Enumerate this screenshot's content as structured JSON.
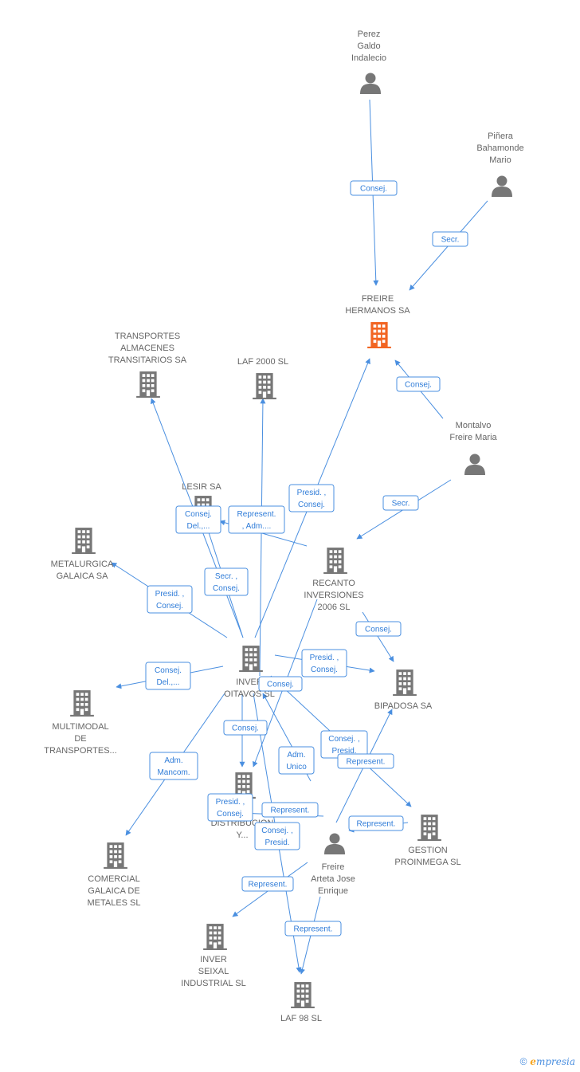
{
  "colors": {
    "edge": "#4a8fe0",
    "company": "#777777",
    "highlight": "#f26522",
    "person": "#777777",
    "label": "#666666"
  },
  "watermark": {
    "copyright": "©",
    "brand_initial": "e",
    "brand_rest": "mpresia"
  },
  "nodes": [
    {
      "id": "perez",
      "kind": "person",
      "label": [
        "Perez",
        "Galdo",
        "Indalecio"
      ]
    },
    {
      "id": "pinera",
      "kind": "person",
      "label": [
        "Piñera",
        "Bahamonde",
        "Mario"
      ]
    },
    {
      "id": "freire_hermanos",
      "kind": "company",
      "highlight": true,
      "label": [
        "FREIRE",
        "HERMANOS SA"
      ]
    },
    {
      "id": "transportes",
      "kind": "company",
      "label": [
        "TRANSPORTES",
        "ALMACENES",
        "TRANSITARIOS SA"
      ]
    },
    {
      "id": "laf2000",
      "kind": "company",
      "label": [
        "LAF 2000 SL"
      ]
    },
    {
      "id": "montalvo",
      "kind": "person",
      "label": [
        "Montalvo",
        "Freire Maria"
      ]
    },
    {
      "id": "lesir",
      "kind": "company",
      "label": [
        "LESIR SA"
      ]
    },
    {
      "id": "metalurgica",
      "kind": "company",
      "label": [
        "METALURGICA",
        "GALAICA SA"
      ]
    },
    {
      "id": "recanto",
      "kind": "company",
      "label": [
        "RECANTO",
        "INVERSIONES",
        "2006 SL"
      ]
    },
    {
      "id": "inver_oitavos",
      "kind": "company",
      "label": [
        "INVER",
        "OITAVOS SL"
      ]
    },
    {
      "id": "bipadosa",
      "kind": "company",
      "label": [
        "BIPADOSA SA"
      ]
    },
    {
      "id": "multimodal",
      "kind": "company",
      "label": [
        "MULTIMODAL",
        "DE",
        "TRANSPORTES..."
      ]
    },
    {
      "id": "distribucion",
      "kind": "company",
      "label": [
        "SA",
        "DISTRIBUCION",
        "Y..."
      ]
    },
    {
      "id": "gestion",
      "kind": "company",
      "label": [
        "GESTION",
        "PROINMEGA SL"
      ]
    },
    {
      "id": "comercial",
      "kind": "company",
      "label": [
        "COMERCIAL",
        "GALAICA DE",
        "METALES SL"
      ]
    },
    {
      "id": "freire_arteta",
      "kind": "person",
      "label": [
        "Freire",
        "Arteta Jose",
        "Enrique"
      ]
    },
    {
      "id": "inver_seixal",
      "kind": "company",
      "label": [
        "INVER",
        "SEIXAL",
        "INDUSTRIAL SL"
      ]
    },
    {
      "id": "laf98",
      "kind": "company",
      "label": [
        "LAF 98 SL"
      ]
    }
  ],
  "edges": [
    {
      "label": [
        "Consej."
      ]
    },
    {
      "label": [
        "Secr."
      ]
    },
    {
      "label": [
        "Consej."
      ]
    },
    {
      "label": [
        "Secr."
      ]
    },
    {
      "label": [
        "Presid. ,",
        "Consej."
      ]
    },
    {
      "label": [
        "Represent.",
        ", Adm...."
      ]
    },
    {
      "label": [
        "Consej.",
        "Del.,..."
      ]
    },
    {
      "label": [
        "Secr. ,",
        "Consej."
      ]
    },
    {
      "label": [
        "Presid. ,",
        "Consej."
      ]
    },
    {
      "label": [
        "Consej."
      ]
    },
    {
      "label": [
        "Presid. ,",
        "Consej."
      ]
    },
    {
      "label": [
        "Consej.",
        "Del.,..."
      ]
    },
    {
      "label": [
        "Consej."
      ]
    },
    {
      "label": [
        "Consej."
      ]
    },
    {
      "label": [
        "Adm.",
        "Unico"
      ]
    },
    {
      "label": [
        "Consej. ,",
        "Presid."
      ]
    },
    {
      "label": [
        "Represent."
      ]
    },
    {
      "label": [
        "Adm.",
        "Mancom."
      ]
    },
    {
      "label": [
        "Presid. ,",
        "Consej."
      ]
    },
    {
      "label": [
        "Represent."
      ]
    },
    {
      "label": [
        "Represent."
      ]
    },
    {
      "label": [
        "Consej. ,",
        "Presid."
      ]
    },
    {
      "label": [
        "Represent."
      ]
    },
    {
      "label": [
        "Represent."
      ]
    }
  ]
}
